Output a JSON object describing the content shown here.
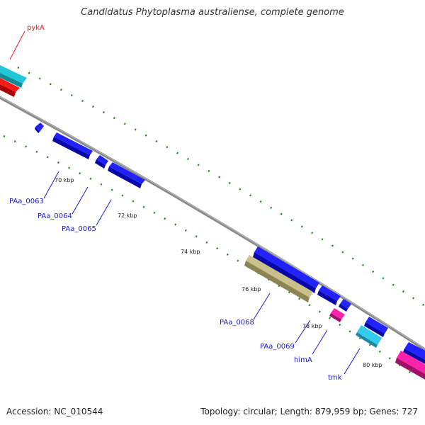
{
  "title": "Candidatus Phytoplasma australiense, complete genome",
  "footer": {
    "accession": "Accession: NC_010544",
    "summary": "Topology: circular; Length: 879,959 bp; Genes: 727"
  },
  "colors": {
    "backbone": "#7f7f7f",
    "tick": "#1a8a1a",
    "cds": "#1010ee",
    "trna": "#33ccdd",
    "rrna": "#ff1010",
    "misc": "#ee2299",
    "pseudo": "#c8bf88",
    "label_blue": "#1a1acc",
    "label_red": "#dd2222"
  },
  "kbp_labels": [
    "70 kbp",
    "72 kbp",
    "74 kbp",
    "76 kbp",
    "78 kbp",
    "80 kbp"
  ],
  "genes": [
    {
      "label": "pykA",
      "type": "rrna"
    },
    {
      "label": "PAa_0063",
      "type": "cds"
    },
    {
      "label": "PAa_0064",
      "type": "cds"
    },
    {
      "label": "PAa_0065",
      "type": "cds"
    },
    {
      "label": "PAa_0068",
      "type": "pseudo"
    },
    {
      "label": "PAa_0069",
      "type": "misc"
    },
    {
      "label": "himA",
      "type": "cds"
    },
    {
      "label": "tmk",
      "type": "trna"
    }
  ]
}
